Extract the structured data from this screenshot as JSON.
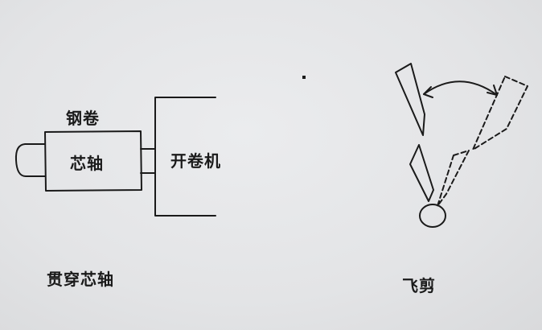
{
  "labels": {
    "coil": "钢卷",
    "mandrel": "芯轴",
    "uncoiler": "开卷机",
    "through_mandrel": "贯穿芯轴",
    "flying_shear": "飞剪"
  },
  "colors": {
    "paper": "#e4e5e7",
    "ink": "#1a1a1a"
  }
}
